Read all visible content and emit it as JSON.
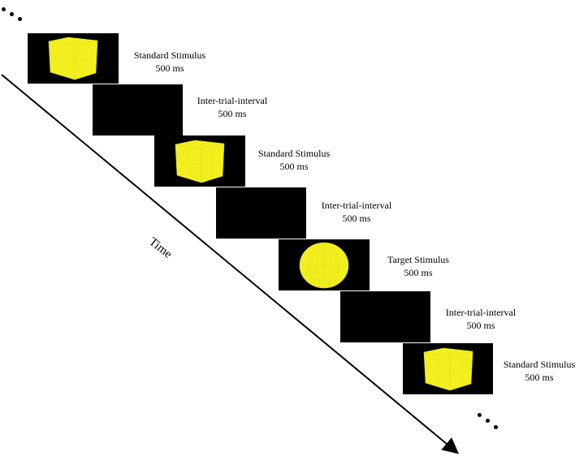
{
  "time_label": "Time",
  "stimuli": [
    {
      "name": "Standard Stimulus",
      "duration": "500 ms",
      "shape": "cube-icon"
    },
    {
      "name": "Inter-trial-interval",
      "duration": "500 ms",
      "shape": "blank"
    },
    {
      "name": "Standard Stimulus",
      "duration": "500 ms",
      "shape": "cube-icon"
    },
    {
      "name": "Inter-trial-interval",
      "duration": "500 ms",
      "shape": "blank"
    },
    {
      "name": "Target Stimulus",
      "duration": "500 ms",
      "shape": "sphere-icon"
    },
    {
      "name": "Inter-trial-interval",
      "duration": "500 ms",
      "shape": "blank"
    },
    {
      "name": "Standard Stimulus",
      "duration": "500 ms",
      "shape": "cube-icon"
    }
  ],
  "colors": {
    "frame": "#000000",
    "stimulus_fill": "#f2ef1f",
    "stimulus_edge": "#d8d416",
    "arrow": "#000000"
  }
}
